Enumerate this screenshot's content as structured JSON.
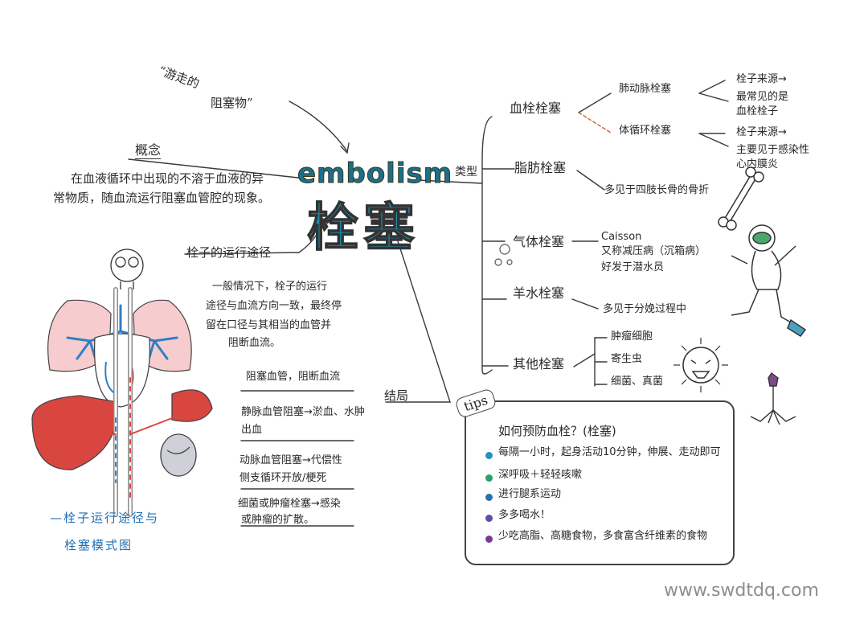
{
  "quote": {
    "line1": "“游走的",
    "line2": "阻塞物”"
  },
  "title": {
    "en": "embolism",
    "zh": "栓塞"
  },
  "concept": {
    "heading": "概念",
    "line1": "在血液循环中出现的不溶于血液的异",
    "line2": "常物质，随血流运行阻塞血管腔的现象。"
  },
  "route": {
    "heading": "栓子的运行途径",
    "line1": "一般情况下，栓子的运行",
    "line2": "途径与血流方向一致，最终停",
    "line3": "留在口径与其相当的血管并",
    "line4": "阻断血流。"
  },
  "caption": {
    "line1": "—栓子运行途径与",
    "line2": "栓塞模式图"
  },
  "outcome": {
    "label": "结局",
    "items": [
      "阻塞血管，阻断血流",
      "静脉血管阻塞→淤血、水肿",
      "出血",
      "动脉血管阻塞→代偿性",
      "侧支循环开放/梗死",
      "细菌或肿瘤栓塞→感染",
      "或肿瘤的扩散。"
    ]
  },
  "types": {
    "label": "类型",
    "thrombo": {
      "name": "血栓栓塞",
      "pulm": "肺动脉栓塞",
      "pulm_source": "栓子来源→",
      "pulm_note1": "最常见的是",
      "pulm_note2": "血栓栓子",
      "systemic": "体循环栓塞",
      "sys_source": "栓子来源→",
      "sys_note1": "主要见于感染性",
      "sys_note2": "心内膜炎"
    },
    "fat": {
      "name": "脂肪栓塞",
      "note": "多见于四肢长骨的骨折"
    },
    "gas": {
      "name": "气体栓塞",
      "note1": "Caisson",
      "note2": "又称减压病（沉箱病）",
      "note3": "好发于潜水员"
    },
    "amniotic": {
      "name": "羊水栓塞",
      "note": "多见于分娩过程中"
    },
    "other": {
      "name": "其他栓塞",
      "items": [
        "肿瘤细胞",
        "寄生虫",
        "细菌、真菌"
      ]
    }
  },
  "tips": {
    "tag": "tips",
    "heading": "如何预防血栓？(栓塞)",
    "items": [
      "每隔一小时，起身活动10分钟，伸展、走动即可",
      "深呼吸＋轻轻咳嗽",
      "进行腿系运动",
      "多多喝水！",
      "少吃高脂、高糖食物，多食富含纤维素的食物"
    ],
    "bullet_colors": [
      "#2a8fc4",
      "#2aa06a",
      "#2a6fb0",
      "#5a4fb0",
      "#7a3a9a"
    ]
  },
  "watermark": "www.swdtdq.com",
  "colors": {
    "title_blue": "#1b8fb0",
    "vessel_blue": "#2f7fc4",
    "organ_red": "#d9463f",
    "accent_brown": "#8a5a2a"
  }
}
